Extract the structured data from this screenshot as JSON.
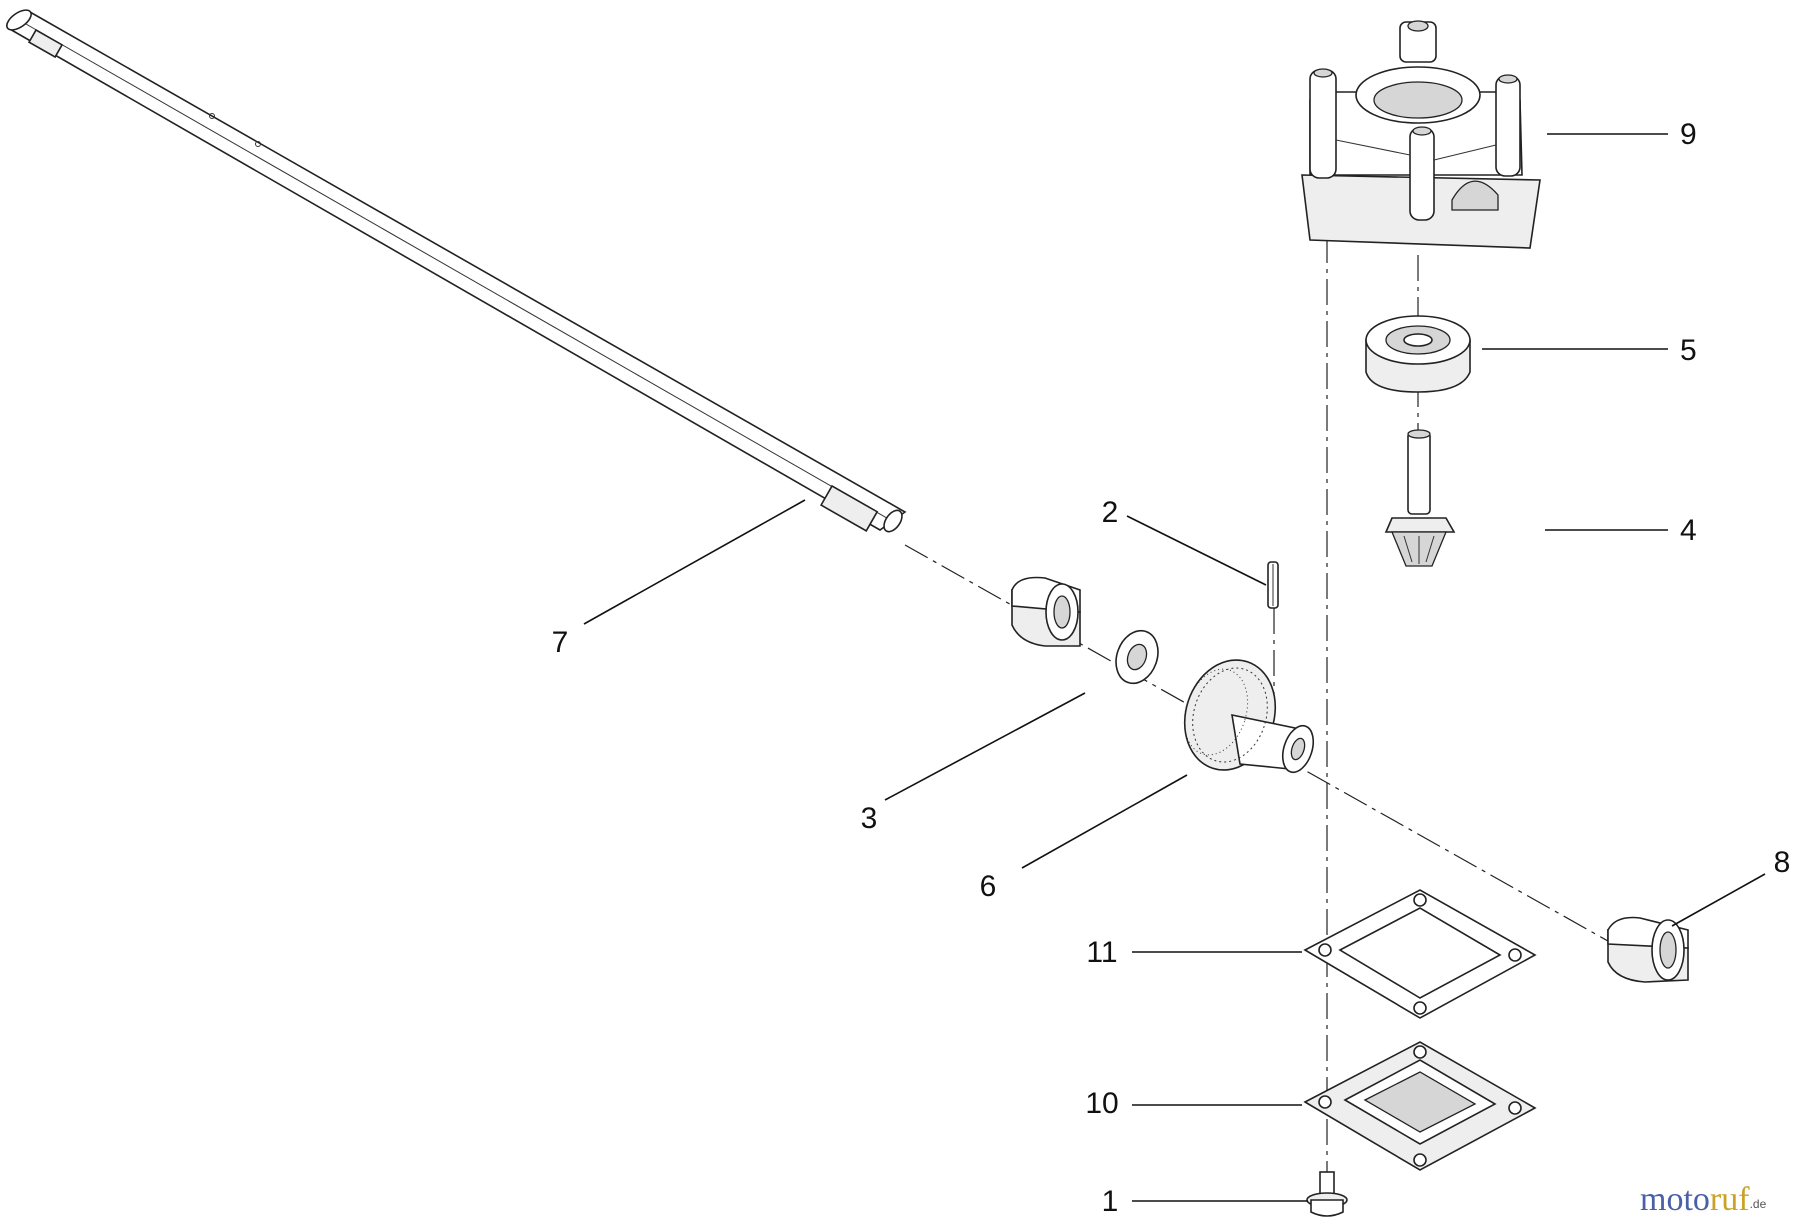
{
  "callouts": [
    {
      "id": "1",
      "label": "1",
      "part": "flange-bolt"
    },
    {
      "id": "2",
      "label": "2",
      "part": "roll-pin"
    },
    {
      "id": "3",
      "label": "3",
      "part": "washer"
    },
    {
      "id": "4",
      "label": "4",
      "part": "pinion-gear-shaft"
    },
    {
      "id": "5",
      "label": "5",
      "part": "ball-bearing"
    },
    {
      "id": "6",
      "label": "6",
      "part": "bevel-gear"
    },
    {
      "id": "7",
      "label": "7",
      "part": "drive-shaft"
    },
    {
      "id": "8",
      "label": "8",
      "part": "bushing-right"
    },
    {
      "id": "9",
      "label": "9",
      "part": "gear-housing"
    },
    {
      "id": "10",
      "label": "10",
      "part": "housing-cover"
    },
    {
      "id": "11",
      "label": "11",
      "part": "gasket"
    }
  ],
  "watermark": {
    "brand_a": "moto",
    "brand_b": "ruf",
    "suffix": ".de",
    "color_a": "#4a5fa8",
    "color_b": "#c9a227"
  }
}
